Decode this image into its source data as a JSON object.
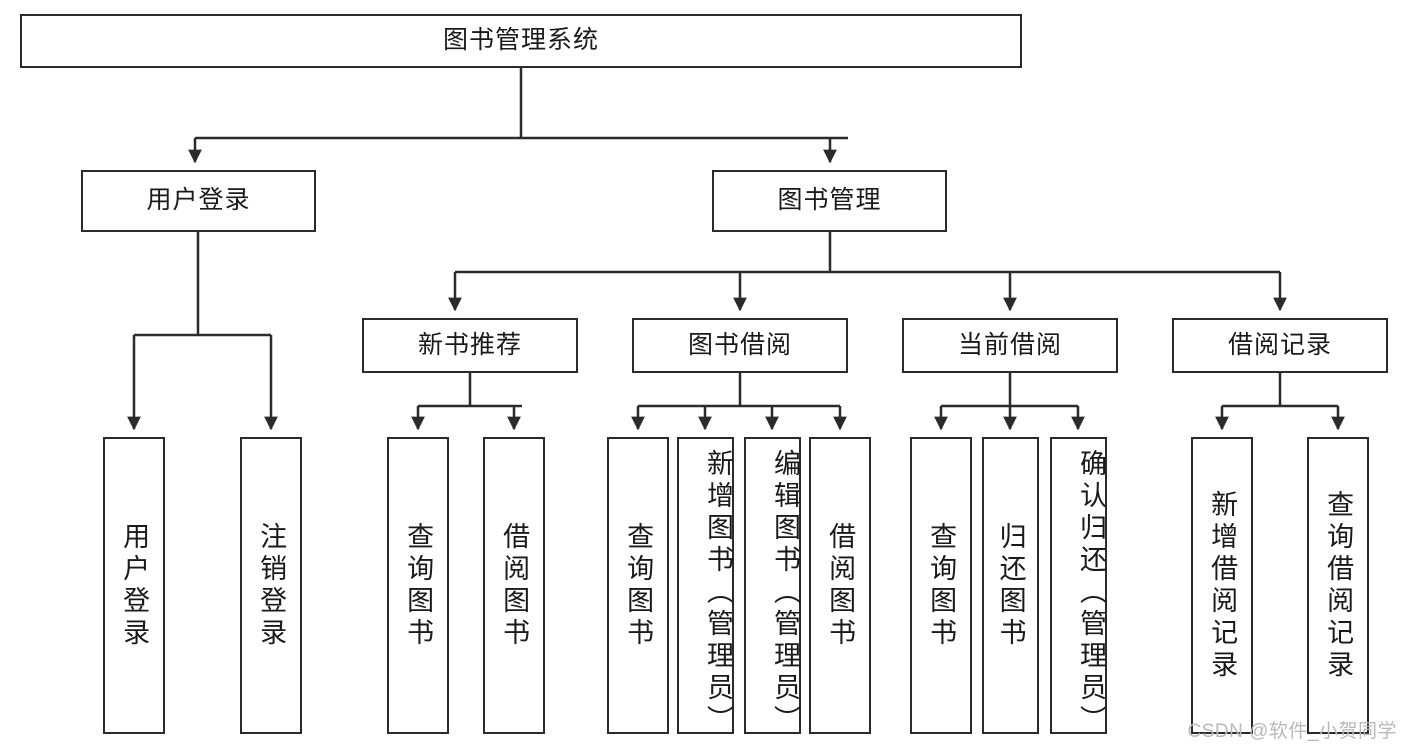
{
  "diagram": {
    "type": "tree-hierarchy",
    "title": "图书管理系统 功能结构图",
    "watermark": "CSDN @软件_小贺同学",
    "colors": {
      "stroke": "#2b2b2b",
      "fill": "#ffffff",
      "text": "#1a1a1a",
      "watermark": "#b9b9b9"
    },
    "nodes": {
      "root": {
        "label": "图书管理系统",
        "orientation": "horizontal",
        "level": 1
      },
      "l2": [
        {
          "id": "user-login",
          "label": "用户登录",
          "orientation": "horizontal",
          "level": 2
        },
        {
          "id": "book-manage",
          "label": "图书管理",
          "orientation": "horizontal",
          "level": 2
        }
      ],
      "l3": [
        {
          "id": "new-book-rec",
          "label": "新书推荐",
          "orientation": "horizontal",
          "level": 3,
          "parent": "book-manage"
        },
        {
          "id": "book-borrow",
          "label": "图书借阅",
          "orientation": "horizontal",
          "level": 3,
          "parent": "book-manage"
        },
        {
          "id": "current-borrow",
          "label": "当前借阅",
          "orientation": "horizontal",
          "level": 3,
          "parent": "book-manage"
        },
        {
          "id": "borrow-record",
          "label": "借阅记录",
          "orientation": "horizontal",
          "level": 3,
          "parent": "book-manage"
        }
      ],
      "leaves": [
        {
          "id": "leaf-user-login",
          "label": "用户登录",
          "orientation": "vertical",
          "parent": "user-login",
          "align": "middle"
        },
        {
          "id": "leaf-user-logout",
          "label": "注销登录",
          "orientation": "vertical",
          "parent": "user-login",
          "align": "middle"
        },
        {
          "id": "leaf-query-book-1",
          "label": "查询图书",
          "orientation": "vertical",
          "parent": "new-book-rec",
          "align": "middle"
        },
        {
          "id": "leaf-borrow-book-1",
          "label": "借阅图书",
          "orientation": "vertical",
          "parent": "new-book-rec",
          "align": "middle"
        },
        {
          "id": "leaf-query-book-2",
          "label": "查询图书",
          "orientation": "vertical",
          "parent": "book-borrow",
          "align": "middle"
        },
        {
          "id": "leaf-add-book",
          "label": "新增图书（管理员）",
          "orientation": "vertical",
          "parent": "book-borrow",
          "align": "top"
        },
        {
          "id": "leaf-edit-book",
          "label": "编辑图书（管理员）",
          "orientation": "vertical",
          "parent": "book-borrow",
          "align": "top"
        },
        {
          "id": "leaf-borrow-book-2",
          "label": "借阅图书",
          "orientation": "vertical",
          "parent": "book-borrow",
          "align": "middle"
        },
        {
          "id": "leaf-query-book-3",
          "label": "查询图书",
          "orientation": "vertical",
          "parent": "current-borrow",
          "align": "middle"
        },
        {
          "id": "leaf-return-book",
          "label": "归还图书",
          "orientation": "vertical",
          "parent": "current-borrow",
          "align": "middle"
        },
        {
          "id": "leaf-confirm-return",
          "label": "确认归还（管理员）",
          "orientation": "vertical",
          "parent": "current-borrow",
          "align": "top"
        },
        {
          "id": "leaf-add-record",
          "label": "新增借阅记录",
          "orientation": "vertical",
          "parent": "borrow-record",
          "align": "middle"
        },
        {
          "id": "leaf-query-record",
          "label": "查询借阅记录",
          "orientation": "vertical",
          "parent": "borrow-record",
          "align": "middle"
        }
      ]
    }
  }
}
